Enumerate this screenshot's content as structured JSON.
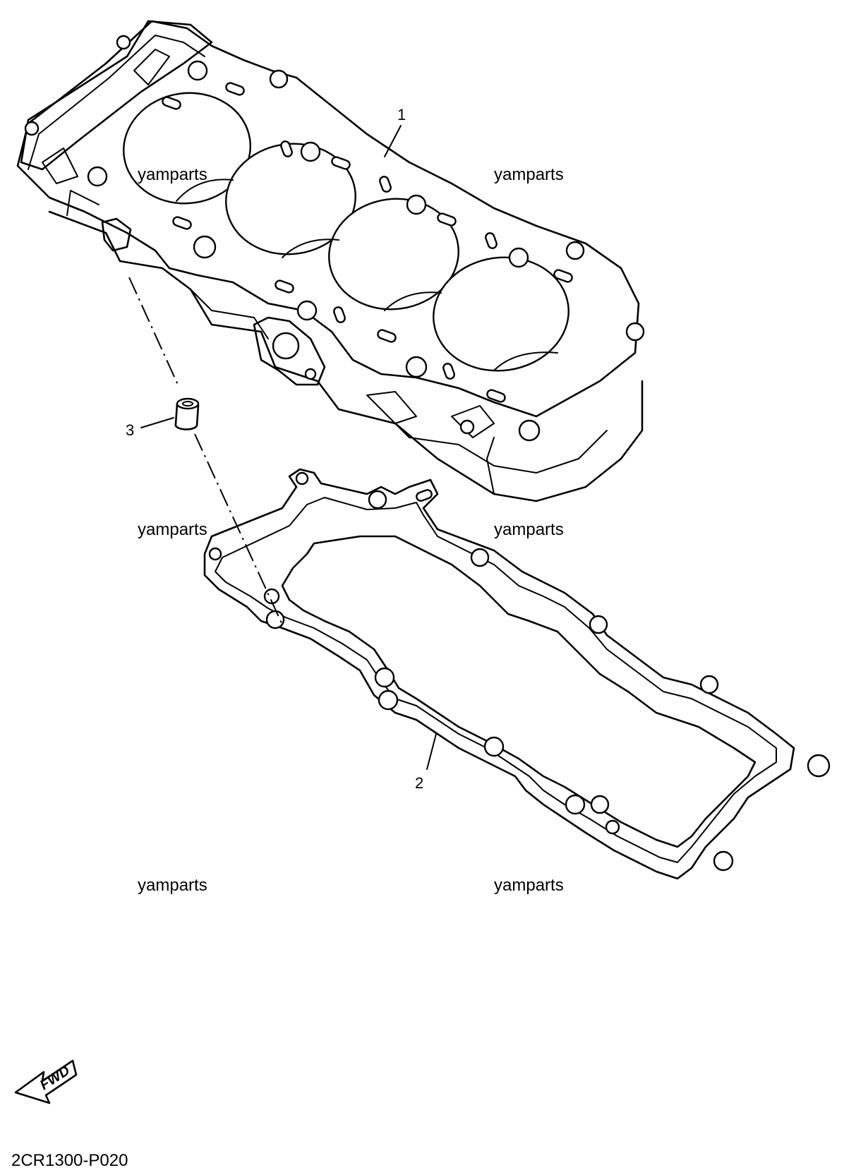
{
  "callouts": [
    {
      "label": "1"
    },
    {
      "label": "2"
    },
    {
      "label": "3"
    }
  ],
  "watermarks": [
    "yamparts",
    "yamparts",
    "yamparts",
    "yamparts",
    "yamparts",
    "yamparts"
  ],
  "fwd_badge": {
    "label": "FWD"
  },
  "diagram_code": "2CR1300-P020"
}
